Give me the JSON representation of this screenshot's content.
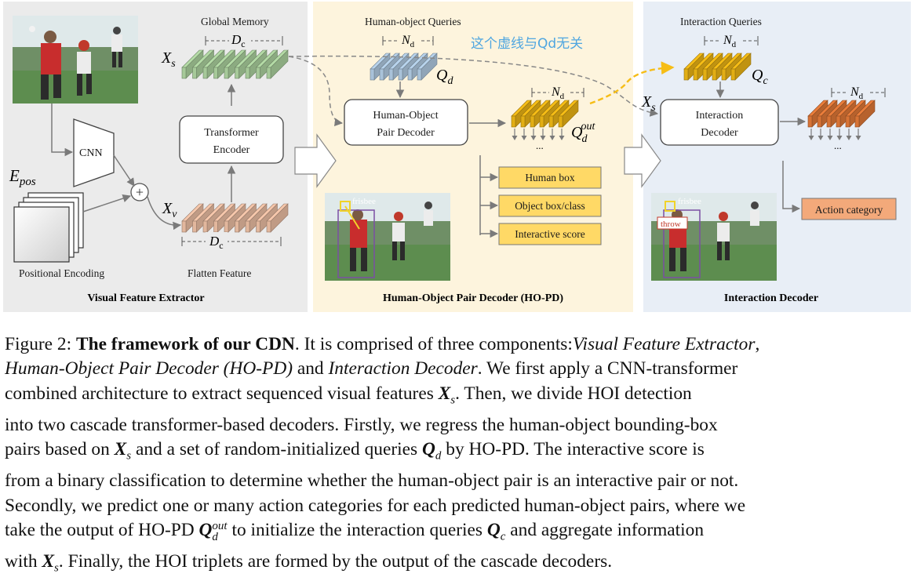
{
  "figure": {
    "panels": {
      "visual_feature_extractor": "Visual Feature Extractor",
      "ho_pd": "Human-Object Pair Decoder (HO-PD)",
      "interaction_decoder": "Interaction Decoder"
    },
    "labels": {
      "global_memory": "Global Memory",
      "human_object_queries": "Human-object Queries",
      "interaction_queries": "Interaction Queries",
      "cnn": "CNN",
      "transformer_encoder_1": "Transformer",
      "transformer_encoder_2": "Encoder",
      "ho_pair_decoder_1": "Human-Object",
      "ho_pair_decoder_2": "Pair Decoder",
      "interaction_decoder_1": "Interaction",
      "interaction_decoder_2": "Decoder",
      "positional_encoding": "Positional Encoding",
      "flatten_feature": "Flatten Feature",
      "human_box": "Human box",
      "object_box_class": "Object box/class",
      "interactive_score": "Interactive score",
      "action_category": "Action category",
      "chinese_note": "这个虚线与Qd无关",
      "frisbee": "frisbee",
      "throw": "throw",
      "ellipsis": "..."
    },
    "symbols": {
      "E": "E",
      "pos": "pos",
      "X": "X",
      "s": "s",
      "v": "v",
      "D": "D",
      "c": "c",
      "N": "N",
      "d": "d",
      "Q": "Q",
      "out": "out",
      "plus": "+"
    }
  },
  "caption": {
    "fig_label": "Figure 2: ",
    "title": "The framework of our CDN",
    "lines": [
      [
        ". It is comprised of three components:",
        "Visual Feature Extractor",
        ","
      ],
      [
        "Human-Object Pair Decoder (HO-PD)",
        " and ",
        "Interaction Decoder",
        ". We first apply a CNN-transformer"
      ],
      [
        "combined architecture to extract sequenced visual features ",
        "X",
        "s",
        ". Then, we divide HOI detection"
      ],
      [
        "into two cascade transformer-based decoders. Firstly, we regress the human-object bounding-box"
      ],
      [
        "pairs based on ",
        "X",
        "s",
        " and a set of random-initialized queries ",
        "Q",
        "d",
        " by HO-PD. The interactive score is"
      ],
      [
        "from a binary classification to determine whether the human-object pair is an interactive pair or not."
      ],
      [
        "Secondly, we predict one or many action categories for each predicted human-object pairs, where we"
      ],
      [
        "take the output of HO-PD ",
        "Q",
        "d",
        "out",
        " to initialize the interaction queries ",
        "Q",
        "c",
        " and aggregate information"
      ],
      [
        "with ",
        "X",
        "s",
        ". Finally, the HOI triplets are formed by the output of the cascade decoders."
      ]
    ]
  },
  "colors": {
    "panel_left": "#ebebeb",
    "panel_mid": "#fdf4dd",
    "panel_right": "#e8eef6",
    "green": "#b4dba6",
    "blue": "#b8d3ec",
    "peach": "#f6c7ab",
    "gold": "#f6bd16",
    "orange": "#ea7d3a",
    "output_box": "#ffd966",
    "action_box": "#f3a97a",
    "note_blue": "#4fa6e0"
  }
}
